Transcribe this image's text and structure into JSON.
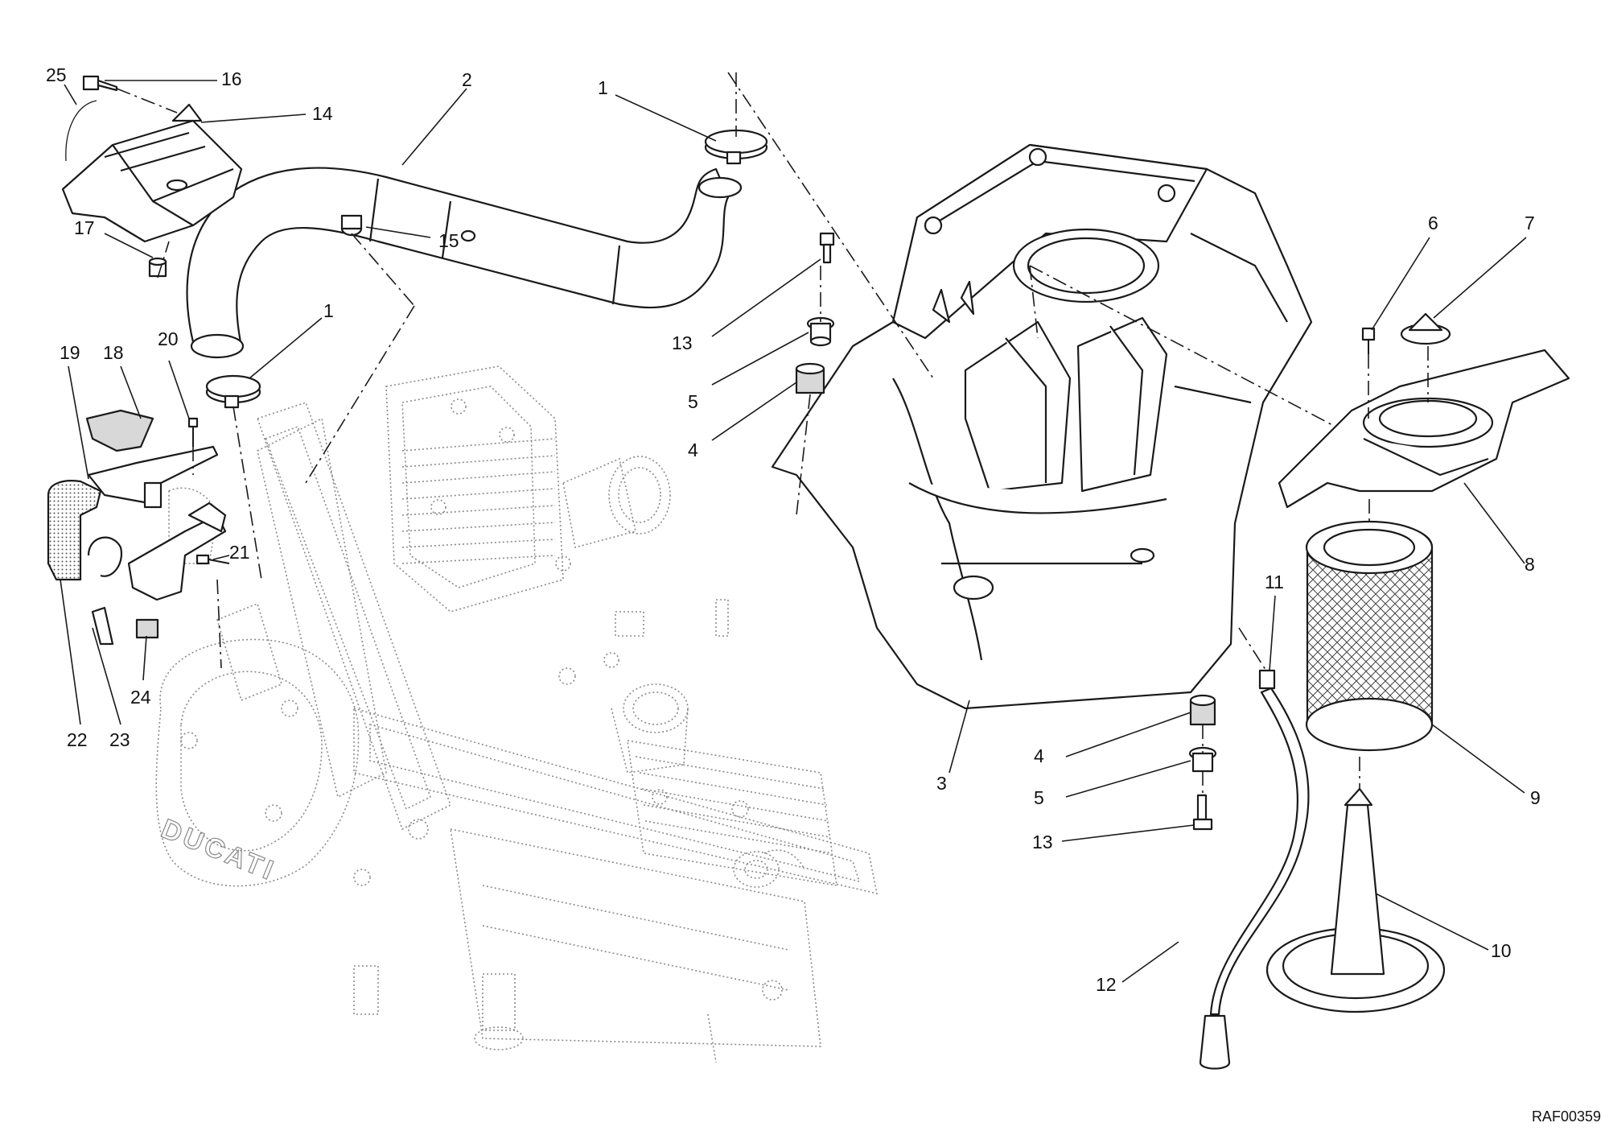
{
  "diagram": {
    "drawing_code": "RAF00359",
    "engine_logo_text": "DUCATI",
    "callouts": [
      {
        "id": "c-25",
        "text": "25"
      },
      {
        "id": "c-16",
        "text": "16"
      },
      {
        "id": "c-14",
        "text": "14"
      },
      {
        "id": "c-2",
        "text": "2"
      },
      {
        "id": "c-1a",
        "text": "1"
      },
      {
        "id": "c-17",
        "text": "17"
      },
      {
        "id": "c-15",
        "text": "15"
      },
      {
        "id": "c-1b",
        "text": "1"
      },
      {
        "id": "c-13a",
        "text": "13"
      },
      {
        "id": "c-5a",
        "text": "5"
      },
      {
        "id": "c-4a",
        "text": "4"
      },
      {
        "id": "c-19",
        "text": "19"
      },
      {
        "id": "c-18",
        "text": "18"
      },
      {
        "id": "c-20",
        "text": "20"
      },
      {
        "id": "c-21",
        "text": "21"
      },
      {
        "id": "c-24",
        "text": "24"
      },
      {
        "id": "c-22",
        "text": "22"
      },
      {
        "id": "c-23",
        "text": "23"
      },
      {
        "id": "c-6",
        "text": "6"
      },
      {
        "id": "c-7",
        "text": "7"
      },
      {
        "id": "c-8",
        "text": "8"
      },
      {
        "id": "c-3",
        "text": "3"
      },
      {
        "id": "c-11",
        "text": "11"
      },
      {
        "id": "c-4b",
        "text": "4"
      },
      {
        "id": "c-5b",
        "text": "5"
      },
      {
        "id": "c-13b",
        "text": "13"
      },
      {
        "id": "c-9",
        "text": "9"
      },
      {
        "id": "c-10",
        "text": "10"
      },
      {
        "id": "c-12",
        "text": "12"
      }
    ]
  }
}
